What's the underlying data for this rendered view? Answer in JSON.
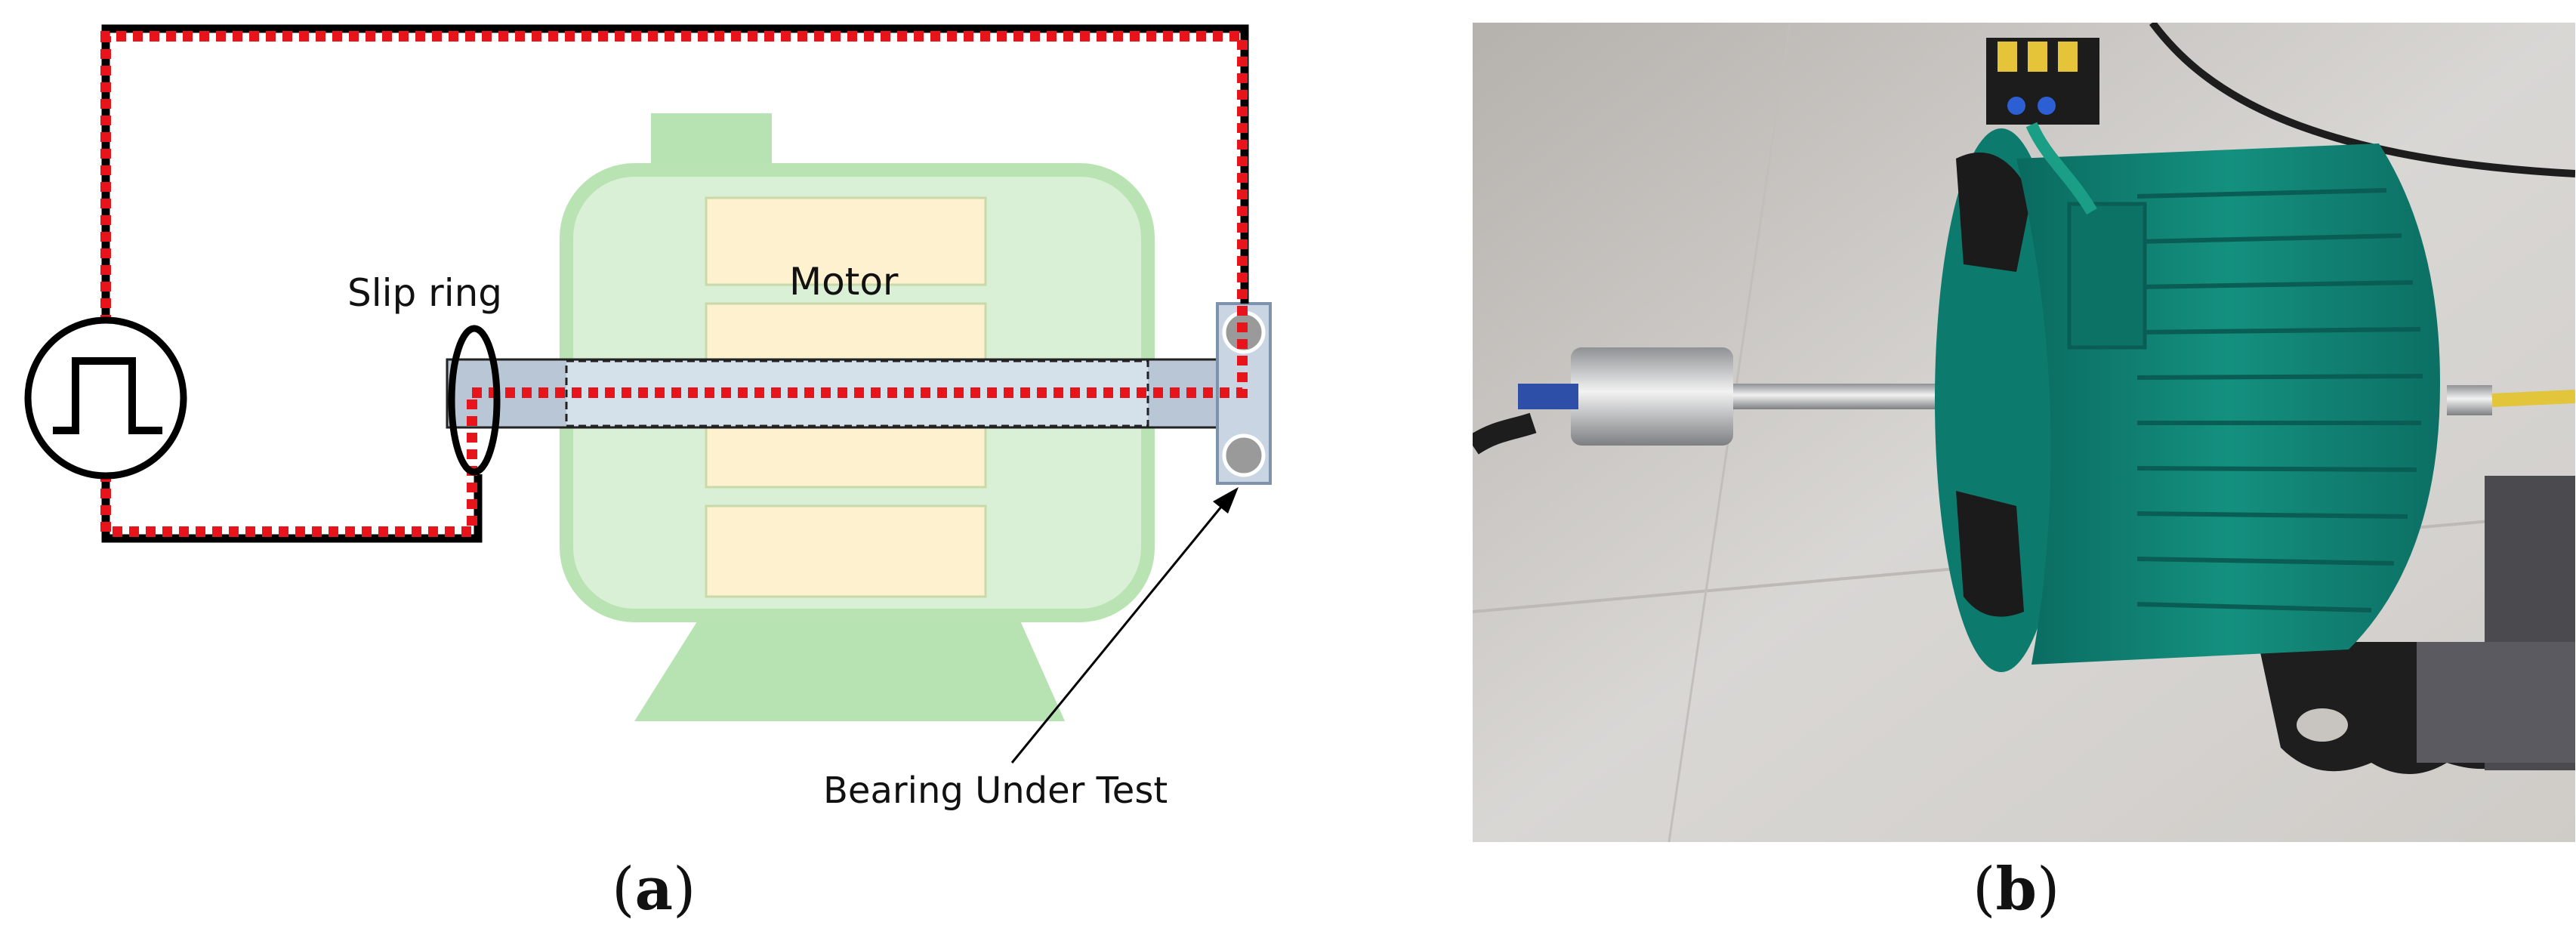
{
  "panel_a": {
    "label_open": "(",
    "label_letter": "a",
    "label_close": ")",
    "slip_ring_label": "Slip ring",
    "motor_label": "Motor",
    "bearing_label": "Bearing Under Test"
  },
  "panel_b": {
    "label_open": "(",
    "label_letter": "b",
    "label_close": ")"
  },
  "colors": {
    "wire": "#000000",
    "current_path": "#e8141c",
    "motor_body": "#d9f0d6",
    "motor_outline": "#b9e3b2",
    "motor_base": "#b7e3b2",
    "winding": "#fdf1cf",
    "shaft": "#b8c6d6",
    "shaft_inner": "#d4e0ea",
    "bearing_ball": "#9a9a9a",
    "motor_casing_photo": "#12877a"
  },
  "icons": {
    "pulse_source": "square-pulse-generator-icon",
    "bearing": "ball-bearing-icon"
  }
}
